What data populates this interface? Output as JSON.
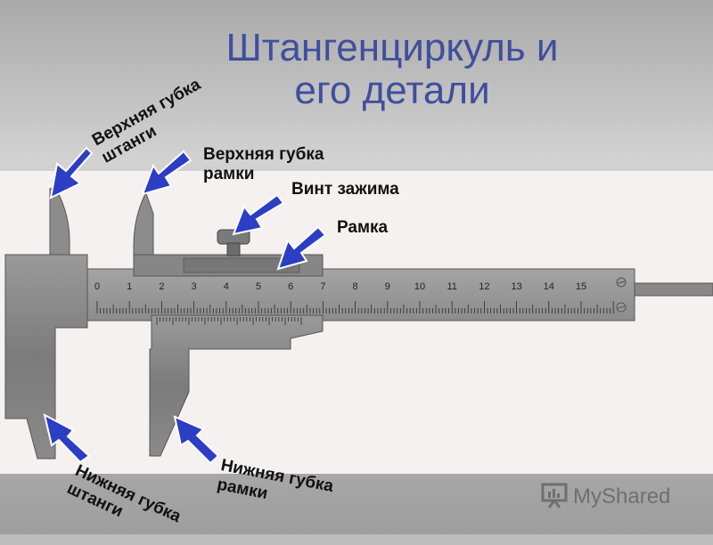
{
  "title": {
    "line1": "Штангенциркуль и",
    "line2": "его детали"
  },
  "labels": {
    "upper_jaw_bar": {
      "line1": "Верхняя губка",
      "line2": "штанги"
    },
    "upper_jaw_frame": {
      "line1": "Верхняя губка",
      "line2": "рамки"
    },
    "clamp_screw": "Винт зажима",
    "frame": "Рамка",
    "lower_jaw_bar": {
      "line1": "Нижняя губка",
      "line2": "штанги"
    },
    "lower_jaw_frame": {
      "line1": "Нижняя губка",
      "line2": "рамки"
    }
  },
  "scale": {
    "numbers": [
      "0",
      "1",
      "2",
      "3",
      "4",
      "5",
      "6",
      "7",
      "8",
      "9",
      "10",
      "11",
      "12",
      "13",
      "14",
      "15"
    ]
  },
  "watermark": {
    "text": "MyShared"
  },
  "colors": {
    "title": "#3f4f9e",
    "arrow_fill": "#2b3ec4",
    "arrow_outline": "#ffffff",
    "metal": "#7d7d7d"
  }
}
